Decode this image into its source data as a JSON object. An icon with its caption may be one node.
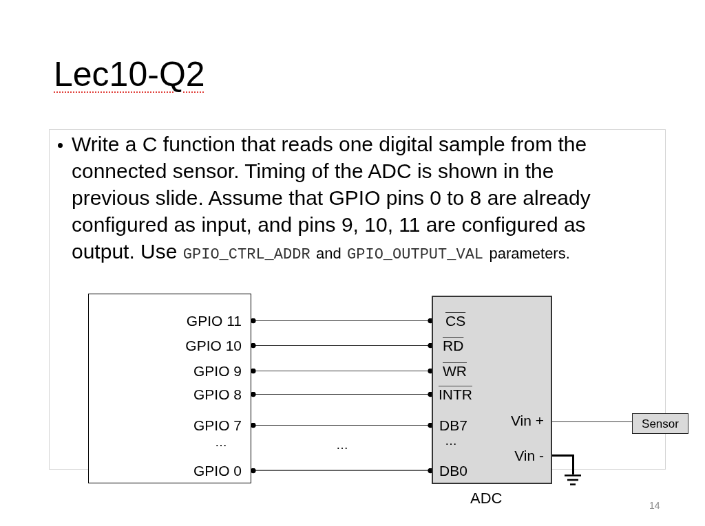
{
  "diagram": {
    "title": "Lec10-Q2",
    "nodes": [
      {
        "text": [],
        "shape": "box"
      },
      {
        "text": [
          "GPIO 11"
        ],
        "in": 0
      },
      {
        "text": [
          "GPIO 10"
        ],
        "in": 0
      },
      {
        "text": [
          "GPIO 9"
        ],
        "in": 0
      },
      {
        "text": [
          "GPIO 8"
        ],
        "in": 0
      },
      {
        "text": [
          "GPIO 7"
        ],
        "in": 0
      },
      {
        "text": [
          "GPIO 0"
        ],
        "in": 0
      },
      {
        "text": [
          "ADC"
        ]
      },
      {
        "text": [
          "CS"
        ],
        "in": 7
      },
      {
        "text": [
          "RD"
        ],
        "in": 7
      },
      {
        "text": [
          "WR"
        ],
        "in": 7
      },
      {
        "text": [
          "INTR"
        ],
        "in": 7
      },
      {
        "text": [
          "DB7"
        ],
        "in": 7
      },
      {
        "text": [
          "DB0"
        ],
        "in": 7
      },
      {
        "text": [
          "Vin +"
        ],
        "in": 7
      },
      {
        "text": [
          "Vin -"
        ],
        "in": 7
      },
      {
        "text": [
          "Sensor"
        ]
      },
      {
        "text": [],
        "shape": "ground"
      }
    ],
    "edges": [
      {
        "from": 1,
        "to": 8,
        "arrow": "other"
      },
      {
        "from": 2,
        "to": 9,
        "arrow": "other"
      },
      {
        "from": 3,
        "to": 10,
        "arrow": "other"
      },
      {
        "from": 4,
        "to": 11,
        "arrow": "other"
      },
      {
        "from": 5,
        "to": 12,
        "arrow": "other"
      },
      {
        "from": 6,
        "to": 13,
        "arrow": "other"
      },
      {
        "from": 16,
        "to": 14,
        "arrow": "none"
      },
      {
        "from": 15,
        "to": 17,
        "arrow": "none",
        "style": "thick"
      }
    ],
    "labels": [
      "Write a C function that reads one digital sample from the connected sensor. Timing of the ADC is shown in the previous slide. Assume that GPIO pins 0 to 8 are already configured as input, and pins 9, 10, 11 are configured as output. Use",
      "GPIO_CTRL_ADDR",
      "and",
      "GPIO_OUTPUT_VAL",
      "parameters.",
      "…",
      "…",
      "…",
      "14"
    ]
  }
}
